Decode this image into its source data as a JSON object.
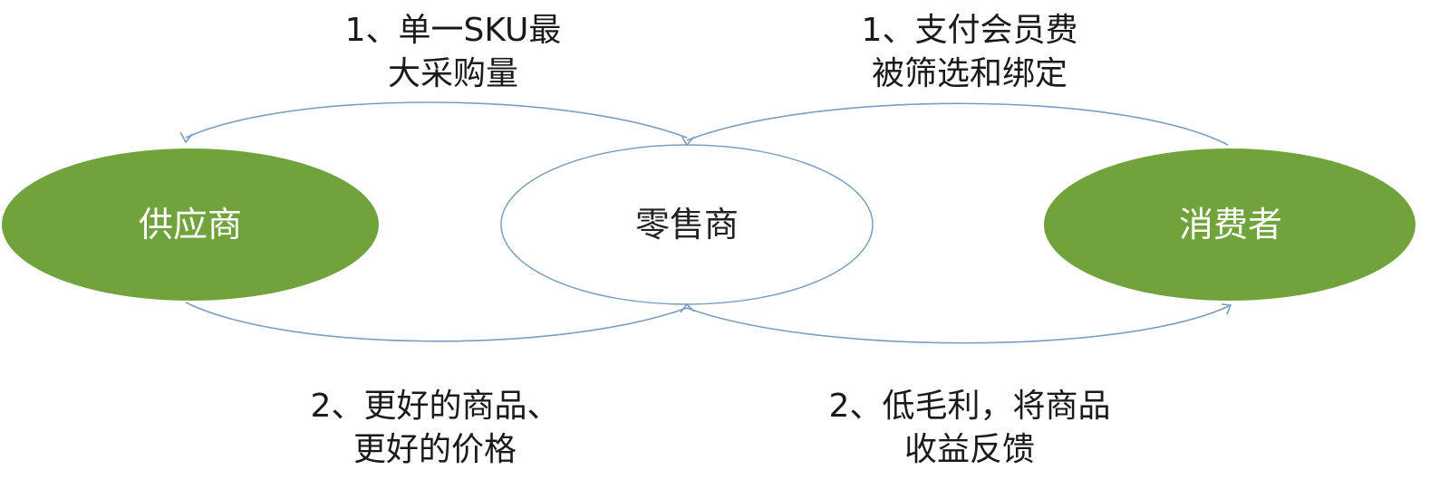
{
  "nodes": {
    "supplier": {
      "label": "供应商",
      "fill": "#70a33c"
    },
    "retailer": {
      "label": "零售商",
      "fill": "#ffffff",
      "stroke": "#7a9ec2"
    },
    "consumer": {
      "label": "消费者",
      "fill": "#70a33c"
    }
  },
  "edges": {
    "color": "#7a9ec2",
    "retailer_to_supplier_top": [
      "1、单一SKU最",
      "大采购量"
    ],
    "consumer_to_retailer_top": [
      "1、支付会员费",
      "被筛选和绑定"
    ],
    "supplier_to_retailer_bottom": [
      "2、更好的商品、",
      "更好的价格"
    ],
    "retailer_to_consumer_bottom": [
      "2、低毛利，将商品",
      "收益反馈"
    ]
  }
}
